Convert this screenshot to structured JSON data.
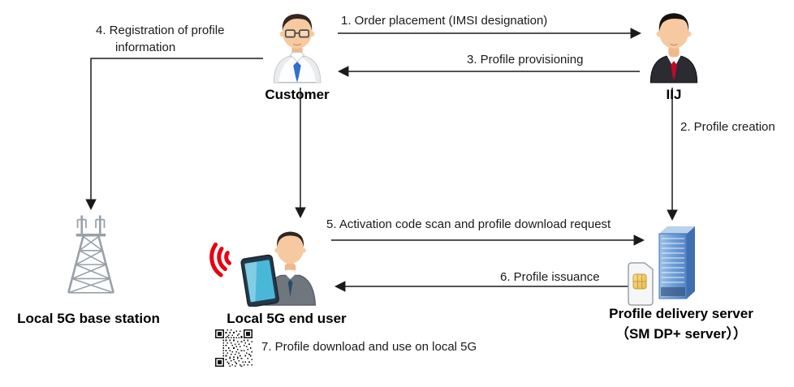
{
  "nodes": {
    "customer": {
      "label": "Customer"
    },
    "iij": {
      "label": "IIJ"
    },
    "base_station": {
      "label": "Local 5G base station"
    },
    "end_user": {
      "label": "Local 5G end user"
    },
    "server": {
      "label": "Profile delivery server",
      "sublabel": "（SM DP+ server））"
    }
  },
  "steps": {
    "step1": {
      "label": "1. Order placement (IMSI designation)",
      "from": "Customer",
      "to": "IIJ"
    },
    "step2": {
      "label": "2. Profile creation",
      "from": "IIJ",
      "to": "Profile delivery server"
    },
    "step3": {
      "label": "3. Profile provisioning",
      "from": "IIJ",
      "to": "Customer"
    },
    "step4": {
      "label": "4. Registration of profile information",
      "from": "Customer",
      "to": "Local 5G base station"
    },
    "step5": {
      "label": "5. Activation code scan and profile download request",
      "from": "Local 5G end user",
      "to": "Profile delivery server"
    },
    "step6": {
      "label": "6. Profile issuance",
      "from": "Profile delivery server",
      "to": "Local 5G end user"
    },
    "step7": {
      "label": "7. Profile download and use on local 5G",
      "from": "Local 5G end user",
      "to": ""
    }
  },
  "colors": {
    "arrow": "#1a1a1a",
    "wifi_signal": "#e60012",
    "customer_tie": "#2e6fd0",
    "iij_tie": "#c00a26",
    "end_user_tie": "#2c4a66",
    "server_body": "#6f9fd8",
    "sim_contact": "#e7ba50",
    "tower": "#98a0a8",
    "device_screen": "#49b8d8"
  }
}
